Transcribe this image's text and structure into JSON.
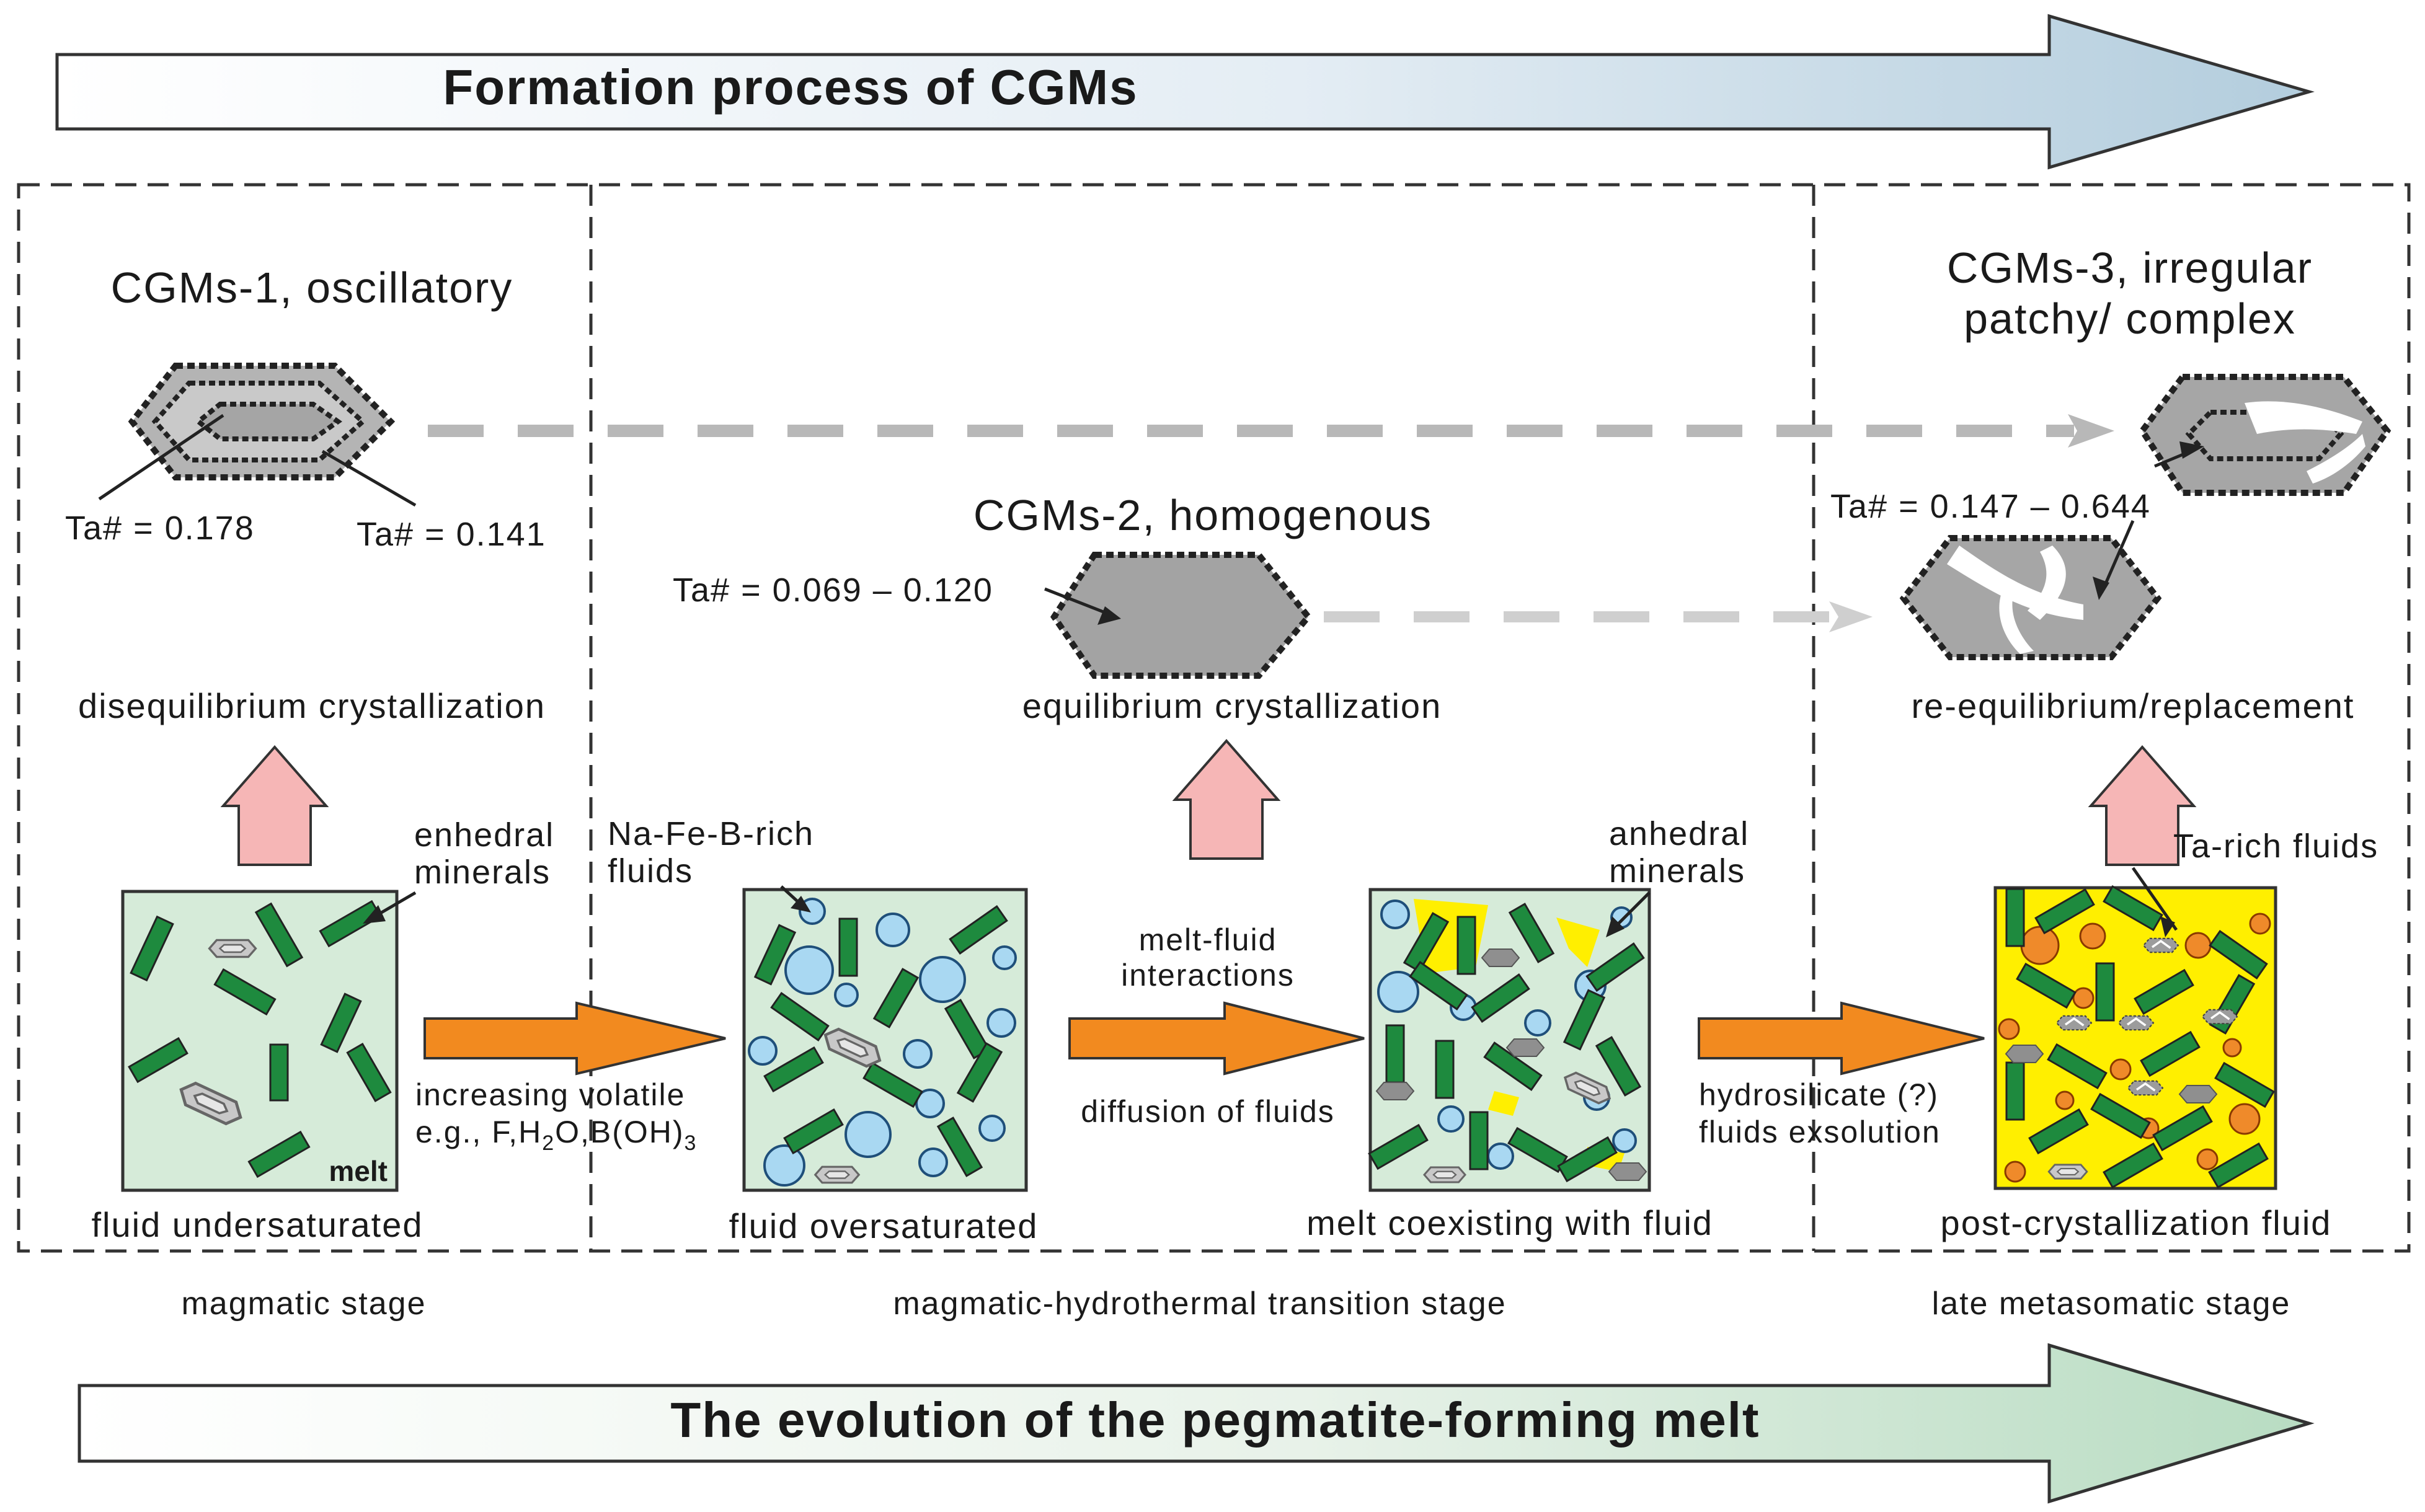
{
  "top_arrow": {
    "title": "Formation process of CGMs"
  },
  "bottom_arrow": {
    "title": "The evolution of the pegmatite-forming melt"
  },
  "stages": {
    "magmatic": "magmatic stage",
    "transition": "magmatic-hydrothermal transition stage",
    "late": "late metasomatic stage"
  },
  "cgm1": {
    "title": "CGMs-1, oscillatory",
    "ta_inner": "Ta# = 0.178",
    "ta_outer": "Ta# = 0.141",
    "process": "disequilibrium crystallization"
  },
  "cgm2": {
    "title": "CGMs-2, homogenous",
    "ta": "Ta# = 0.069 – 0.120",
    "process": "equilibrium crystallization"
  },
  "cgm3": {
    "title_line1": "CGMs-3, irregular",
    "title_line2": "patchy/ complex",
    "ta": "Ta# = 0.147 – 0.644",
    "process": "re-equilibrium/replacement"
  },
  "panels": {
    "p1": {
      "label": "fluid undersaturated",
      "melt": "melt",
      "note_line1": "enhedral",
      "note_line2": "minerals"
    },
    "p2": {
      "label": "fluid oversaturated",
      "note_line1": "Na-Fe-B-rich",
      "note_line2": "fluids"
    },
    "p3": {
      "label": "melt coexisting with fluid",
      "note_line1": "anhedral",
      "note_line2": "minerals"
    },
    "p4": {
      "label": "post-crystallization fluid",
      "note": "Ta-rich fluids"
    }
  },
  "transitions": {
    "t1_line1": "increasing volatile",
    "t1_line2_prefix": "e.g., F,H",
    "t1_sub1": "2",
    "t1_line2_mid": "O,B(OH)",
    "t1_sub2": "3",
    "t2_top1": "melt-fluid",
    "t2_top2": "interactions",
    "t2_bottom": "diffusion of fluids",
    "t3_line1": "hydrosilicate (?)",
    "t3_line2": "fluids exsolution"
  },
  "colors": {
    "green_bg": "#d6ebd9",
    "mineral": "#1e8a3e",
    "fluid_bubble": "#a9d8f2",
    "orange_arrow": "#f28a1f",
    "pink_arrow": "#f6b6b6",
    "crystal_gray": "#a7a7a7",
    "yellow_fluid": "#ffef00",
    "orange_fluid": "#ef8a2a"
  }
}
